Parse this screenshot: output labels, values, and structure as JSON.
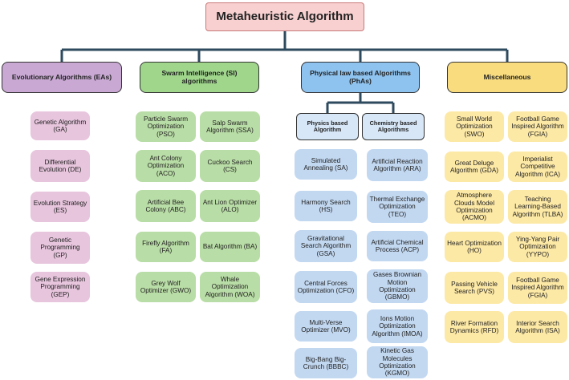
{
  "root": "Metaheuristic Algorithm",
  "categories": {
    "ea": "Evolutionary Algorithms (EAs)",
    "si": "Swarm Intelligence (SI) algorithms",
    "ph": "Physical law based Algorithms (PhAs)",
    "mis": "Miscellaneous"
  },
  "subcategories": {
    "physics": "Physics based Algorithm",
    "chemistry": "Chemistry based Algorithms"
  },
  "ea_items": [
    "Genetic Algorithm (GA)",
    "Differential Evolution (DE)",
    "Evolution Strategy (ES)",
    "Genetic Programming (GP)",
    "Gene Expression Programming (GEP)"
  ],
  "si_col1": [
    "Particle Swarm Optimization (PSO)",
    "Ant Colony Optimization (ACO)",
    "Artificial Bee Colony (ABC)",
    "Firefly Algorithm (FA)",
    "Grey Wolf Optimizer (GWO)"
  ],
  "si_col2": [
    "Salp Swarm Algorithm (SSA)",
    "Cuckoo Search (CS)",
    "Ant Lion Optimizer (ALO)",
    "Bat Algorithm (BA)",
    "Whale Optimization Algorithm (WOA)"
  ],
  "physics_items": [
    "Simulated Annealing (SA)",
    "Harmony Search (HS)",
    "Gravitational Search Algorithm (GSA)",
    "Central Forces Optimization (CFO)",
    "Multi-Verse Optimizer (MVO)",
    "Big-Bang Big-Crunch (BBBC)"
  ],
  "chemistry_items": [
    "Artificial Reaction Algorithm (ARA)",
    "Thermal Exchange Optimization (TEO)",
    "Artificial Chemical Process (ACP)",
    "Gases Brownian Motion Optimization (GBMO)",
    "Ions Motion Optimization Algorithm (IMOA)",
    "Kinetic Gas Molecules Optimization (KGMO)"
  ],
  "mis_col1": [
    "Small World Optimization (SWO)",
    "Great Deluge Algorithm (GDA)",
    "Atmosphere Clouds Model Optimization (ACMO)",
    "Heart Optimization (HO)",
    "Passing Vehicle Search (PVS)",
    "River Formation Dynamics (RFD)"
  ],
  "mis_col2": [
    "Football Game Inspired Algorithm (FGIA)",
    "Imperialist Competitive Algorithm (ICA)",
    "Teaching Learning-Based Algorithm (TLBA)",
    "Ying-Yang Pair Optimization (YYPO)",
    "Football Game Inspired Algorithm (FGIA)",
    "Interior Search Algorithm (ISA)"
  ]
}
